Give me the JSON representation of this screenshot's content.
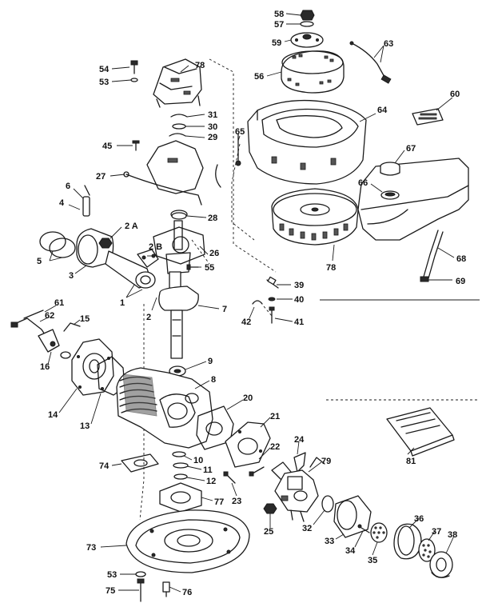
{
  "callouts": {
    "c58": "58",
    "c57": "57",
    "c59": "59",
    "c63": "63",
    "c56": "56",
    "c54": "54",
    "c53a": "53",
    "c78a": "78",
    "c60": "60",
    "c64": "64",
    "c31": "31",
    "c30": "30",
    "c29": "29",
    "c65": "65",
    "c67": "67",
    "c45": "45",
    "c27": "27",
    "c6": "6",
    "c4": "4",
    "c66": "66",
    "c28": "28",
    "c2A": "2 A",
    "c26": "26",
    "c78b": "78",
    "c68": "68",
    "c5": "5",
    "c2B": "2 B",
    "c55": "55",
    "c3": "3",
    "c39": "39",
    "c69": "69",
    "c1": "1",
    "c2": "2",
    "c7": "7",
    "c40": "40",
    "c42": "42",
    "c41": "41",
    "c61": "61",
    "c62": "62",
    "c15": "15",
    "c16": "16",
    "c9": "9",
    "c8": "8",
    "c14": "14",
    "c13": "13",
    "c20": "20",
    "c21": "21",
    "c24": "24",
    "c22": "22",
    "c79": "79",
    "c74": "74",
    "c10": "10",
    "c11": "11",
    "c12": "12",
    "c81": "81",
    "c77": "77",
    "c23": "23",
    "c36": "36",
    "c37": "37",
    "c38": "38",
    "c25": "25",
    "c32": "32",
    "c33": "33",
    "c34": "34",
    "c35": "35",
    "c73": "73",
    "c53b": "53",
    "c75": "75",
    "c76": "76"
  }
}
